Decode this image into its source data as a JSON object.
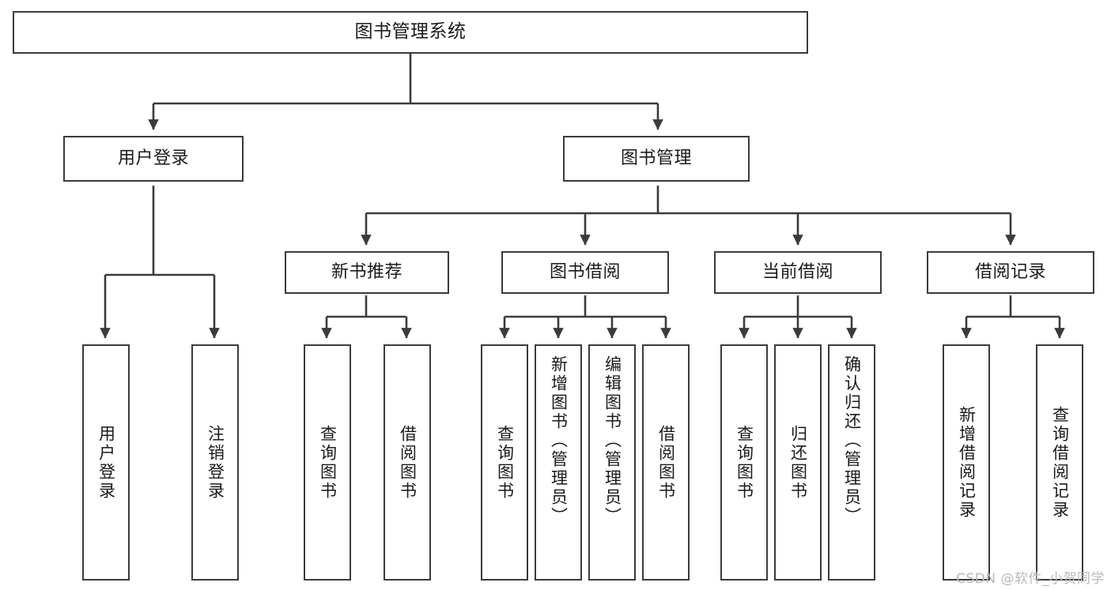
{
  "diagram": {
    "title": "图书管理系统",
    "type": "tree",
    "line_color": "#3b3b3b",
    "box_fill": "#ffffff",
    "text_color": "#1a1a1a",
    "watermark": "CSDN @软件_小贺同学"
  },
  "nodes": {
    "root": {
      "label": "图书管理系统"
    },
    "level2": [
      {
        "id": "user-login",
        "label": "用户登录"
      },
      {
        "id": "book-manage",
        "label": "图书管理"
      }
    ],
    "level3": [
      {
        "id": "new-book-recommend",
        "label": "新书推荐"
      },
      {
        "id": "book-borrow",
        "label": "图书借阅"
      },
      {
        "id": "current-borrow",
        "label": "当前借阅"
      },
      {
        "id": "borrow-record",
        "label": "借阅记录"
      }
    ],
    "leaves": {
      "user_login": [
        {
          "id": "leaf-user-login",
          "label": "用户登录"
        },
        {
          "id": "leaf-logout-login",
          "label": "注销登录"
        }
      ],
      "new_book_recommend": [
        {
          "id": "leaf-query-book-1",
          "label": "查询图书"
        },
        {
          "id": "leaf-borrow-book-1",
          "label": "借阅图书"
        }
      ],
      "book_borrow": [
        {
          "id": "leaf-query-book-2",
          "label": "查询图书"
        },
        {
          "id": "leaf-add-book",
          "label": "新增图书（管理员）"
        },
        {
          "id": "leaf-edit-book",
          "label": "编辑图书（管理员）"
        },
        {
          "id": "leaf-borrow-book-2",
          "label": "借阅图书"
        }
      ],
      "current_borrow": [
        {
          "id": "leaf-query-book-3",
          "label": "查询图书"
        },
        {
          "id": "leaf-return-book",
          "label": "归还图书"
        },
        {
          "id": "leaf-confirm-return",
          "label": "确认归还（管理员）"
        }
      ],
      "borrow_record": [
        {
          "id": "leaf-add-record",
          "label": "新增借阅记录"
        },
        {
          "id": "leaf-query-record",
          "label": "查询借阅记录"
        }
      ]
    }
  }
}
